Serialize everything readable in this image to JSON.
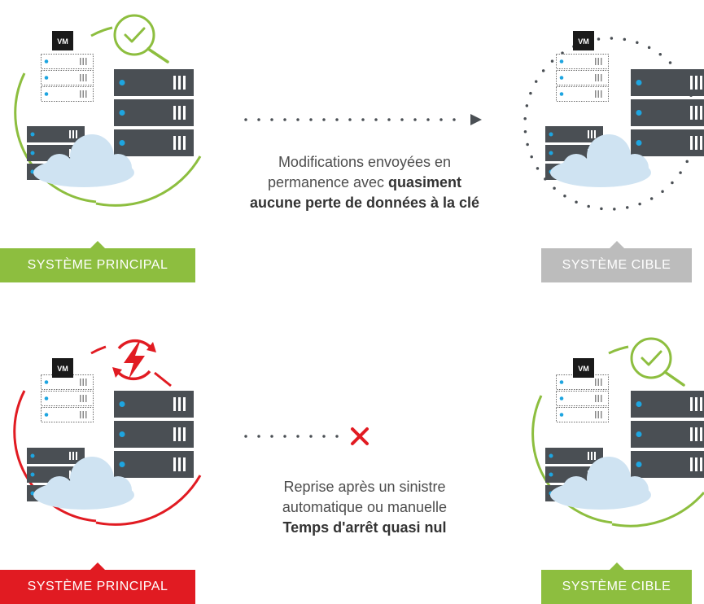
{
  "colors": {
    "green": "#8dbe3f",
    "red": "#e11b22",
    "gray": "#bcbcbc",
    "server": "#4a4f54",
    "led": "#1ea5e0",
    "cloud": "#cfe3f2"
  },
  "top": {
    "left_label": "SYSTÈME PRINCIPAL",
    "right_label": "SYSTÈME CIBLE",
    "caption_line1": "Modifications envoyées en",
    "caption_line2_plain": "permanence avec ",
    "caption_line2_bold": "quasiment",
    "caption_line3_bold": "aucune perte de données à la clé",
    "left_vm": "VM",
    "right_vm": "VM"
  },
  "bottom": {
    "left_label": "SYSTÈME PRINCIPAL",
    "right_label": "SYSTÈME CIBLE",
    "caption_line1": "Reprise après un sinistre",
    "caption_line2": "automatique ou manuelle",
    "caption_line3_bold": "Temps d'arrêt quasi nul",
    "left_vm": "VM",
    "right_vm": "VM"
  },
  "icons": {
    "top_left_status": "check-magnifier-icon",
    "top_arrow": "dotted-arrow-icon",
    "bottom_left_status": "lightning-failure-icon",
    "bottom_cross": "cross-icon",
    "bottom_right_status": "check-magnifier-icon"
  }
}
